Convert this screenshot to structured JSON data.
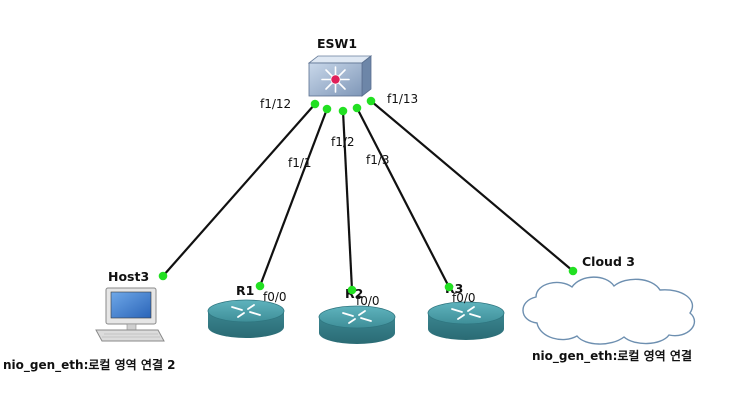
{
  "canvas": {
    "background": "#ffffff",
    "link_color": "#111111",
    "port_color": "#22e022"
  },
  "nodes": {
    "esw1": {
      "label": "ESW1",
      "icon": "multilayer-switch-icon"
    },
    "host3": {
      "label": "Host3",
      "caption": "nio_gen_eth:로컬 영역 연결 2",
      "icon": "computer-icon"
    },
    "r1": {
      "label": "R1",
      "icon": "router-icon"
    },
    "r2": {
      "label": "R2",
      "icon": "router-icon"
    },
    "r3": {
      "label": "R3",
      "icon": "router-icon"
    },
    "cloud3": {
      "label": "Cloud 3",
      "caption": "nio_gen_eth:로컬 영역 연결",
      "icon": "cloud-icon"
    }
  },
  "interfaces": {
    "esw1_f1_12": "f1/12",
    "esw1_f1_1": "f1/1",
    "esw1_f1_2": "f1/2",
    "esw1_f1_3": "f1/3",
    "esw1_f1_13": "f1/13",
    "r1_f0_0": "f0/0",
    "r2_f0_0": "f0/0",
    "r3_f0_0": "f0/0"
  }
}
